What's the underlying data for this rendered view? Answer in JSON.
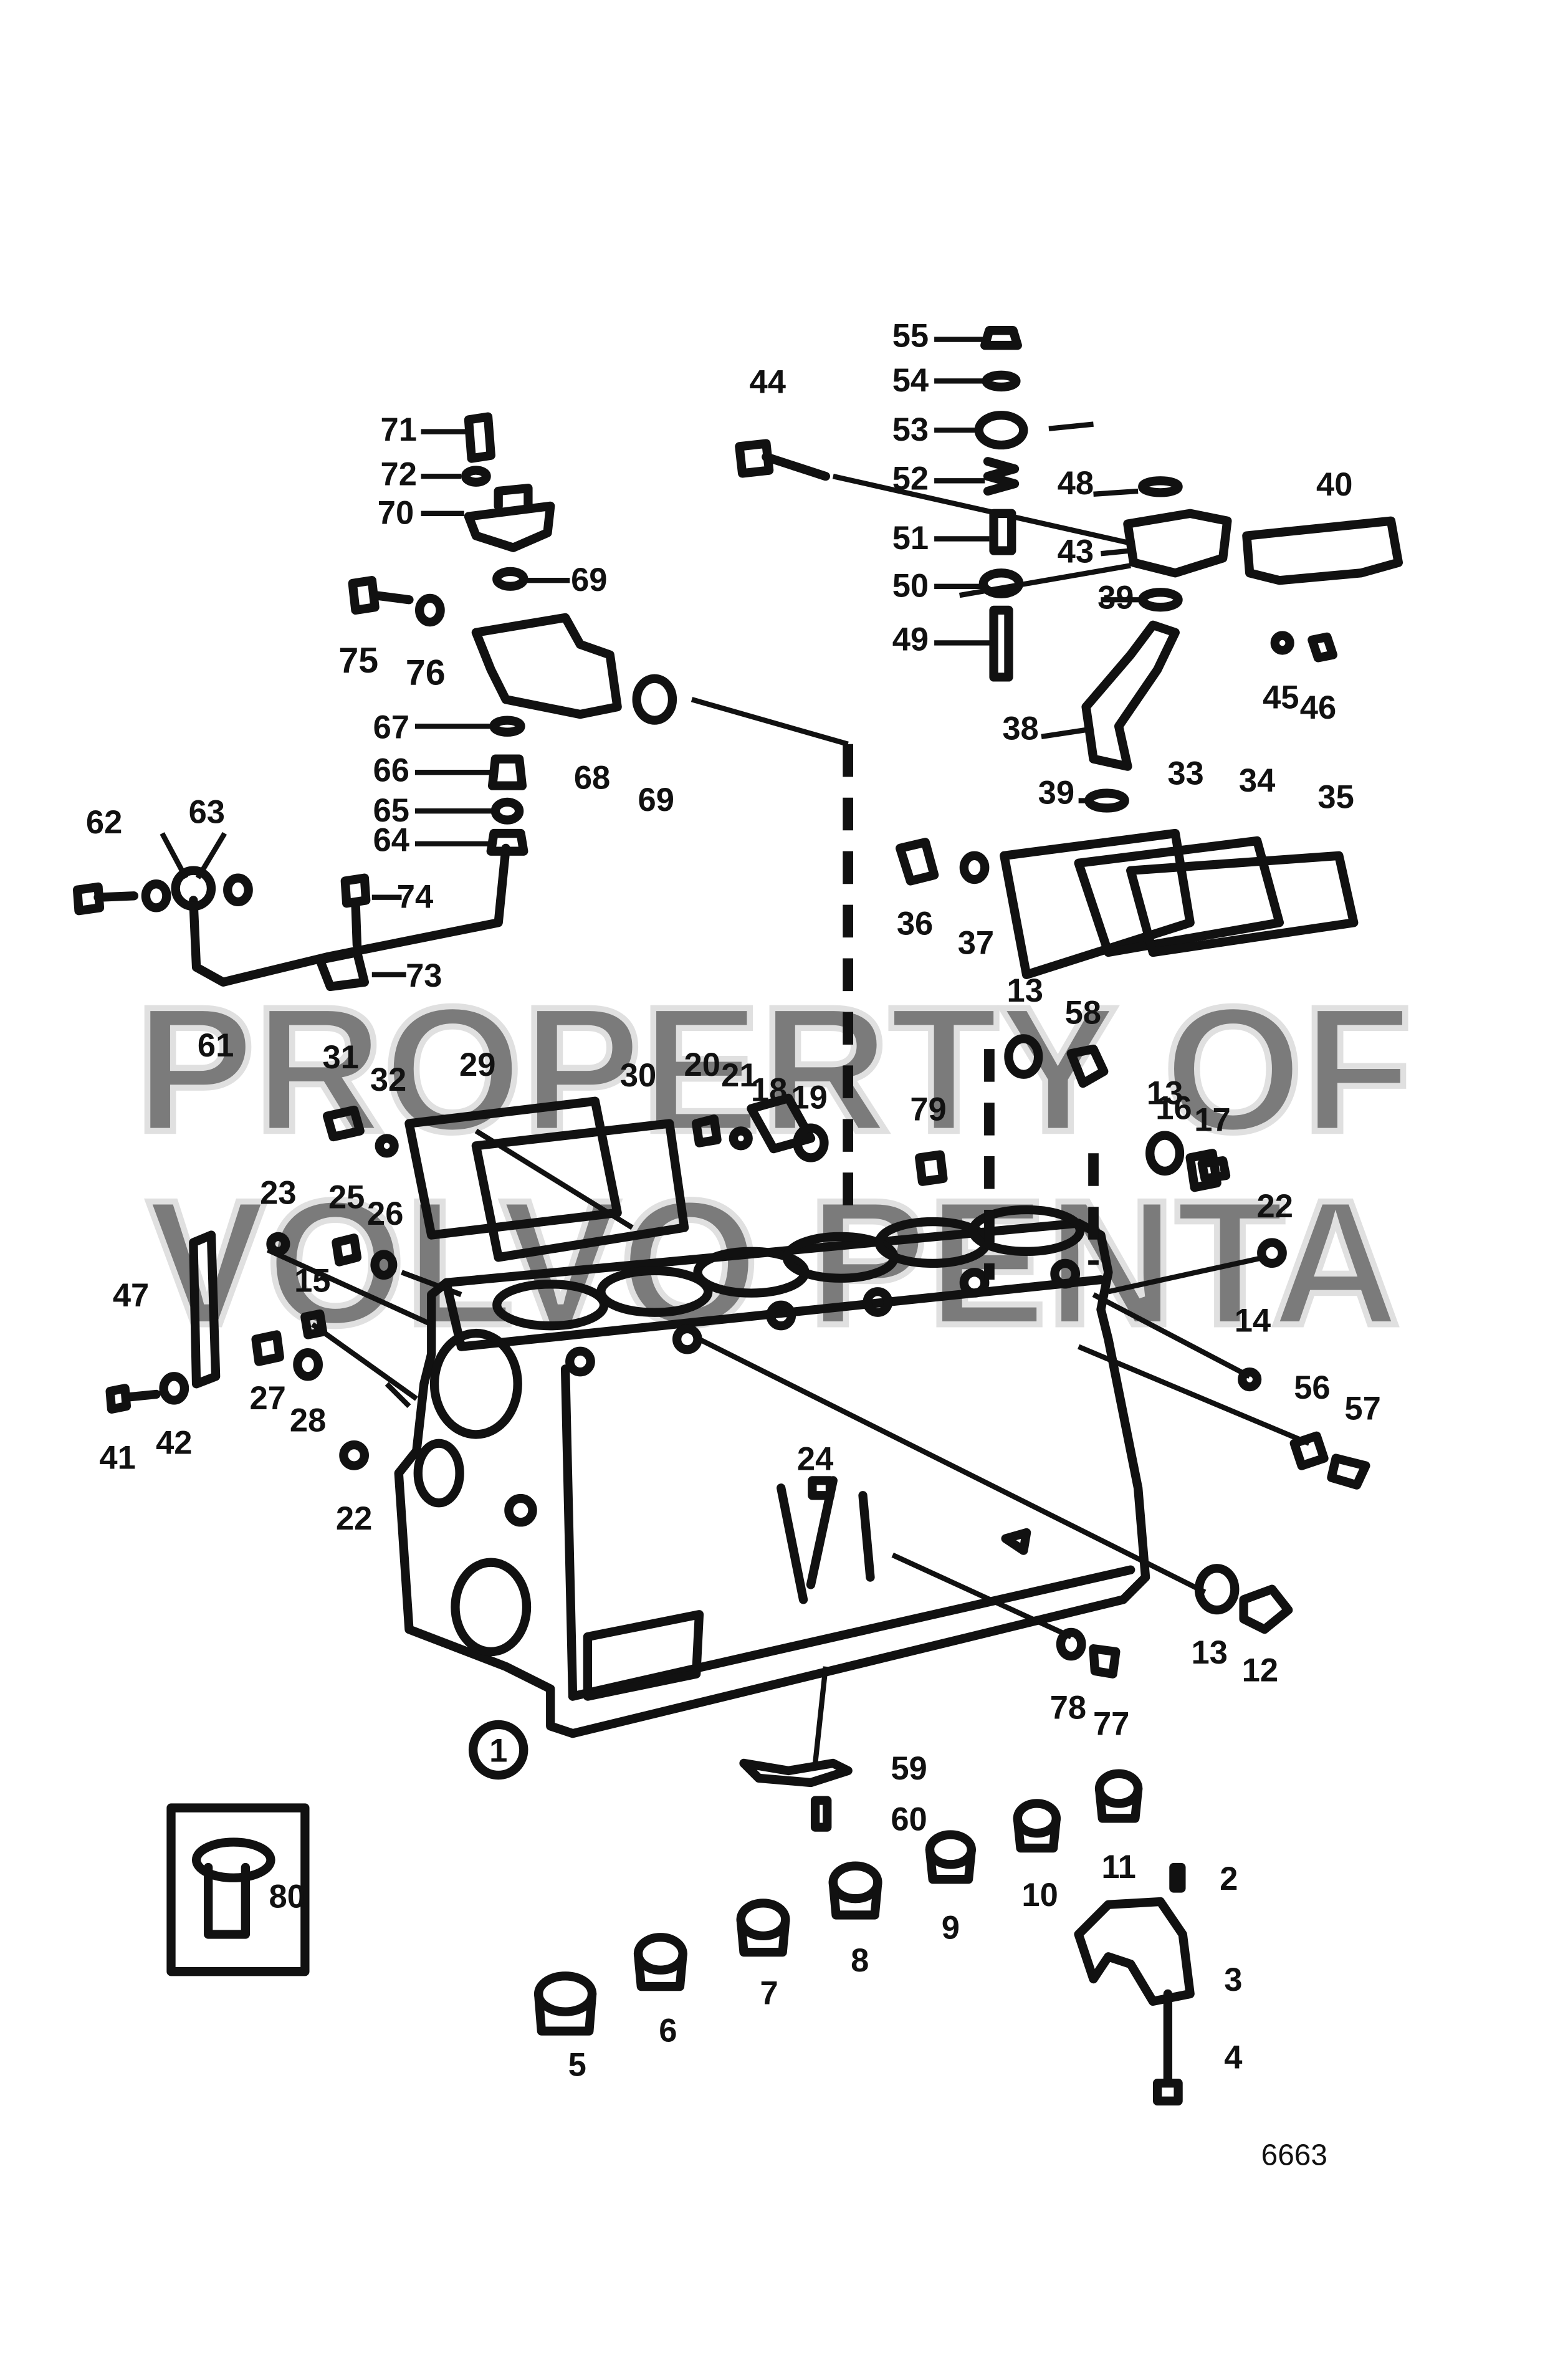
{
  "diagram": {
    "drawing_number": "6663",
    "watermark": [
      "PROPERTY OF",
      "VOLVO PENTA"
    ],
    "callouts": [
      {
        "id": "c1",
        "label": "1",
        "circled": true
      },
      {
        "id": "c2",
        "label": "2"
      },
      {
        "id": "c3",
        "label": "3"
      },
      {
        "id": "c4",
        "label": "4"
      },
      {
        "id": "c5",
        "label": "5"
      },
      {
        "id": "c6",
        "label": "6"
      },
      {
        "id": "c7",
        "label": "7"
      },
      {
        "id": "c8",
        "label": "8"
      },
      {
        "id": "c9",
        "label": "9"
      },
      {
        "id": "c10",
        "label": "10"
      },
      {
        "id": "c11",
        "label": "11"
      },
      {
        "id": "c12",
        "label": "12"
      },
      {
        "id": "c13a",
        "label": "13"
      },
      {
        "id": "c13b",
        "label": "13"
      },
      {
        "id": "c13c",
        "label": "13"
      },
      {
        "id": "c14",
        "label": "14"
      },
      {
        "id": "c15",
        "label": "15"
      },
      {
        "id": "c16",
        "label": "16"
      },
      {
        "id": "c17",
        "label": "17"
      },
      {
        "id": "c18",
        "label": "18"
      },
      {
        "id": "c19",
        "label": "19"
      },
      {
        "id": "c20",
        "label": "20"
      },
      {
        "id": "c21",
        "label": "21"
      },
      {
        "id": "c22a",
        "label": "22"
      },
      {
        "id": "c22b",
        "label": "22"
      },
      {
        "id": "c23",
        "label": "23"
      },
      {
        "id": "c24",
        "label": "24"
      },
      {
        "id": "c25",
        "label": "25"
      },
      {
        "id": "c26",
        "label": "26"
      },
      {
        "id": "c27",
        "label": "27"
      },
      {
        "id": "c28",
        "label": "28"
      },
      {
        "id": "c29",
        "label": "29"
      },
      {
        "id": "c30",
        "label": "30"
      },
      {
        "id": "c31",
        "label": "31"
      },
      {
        "id": "c32",
        "label": "32"
      },
      {
        "id": "c33",
        "label": "33"
      },
      {
        "id": "c34",
        "label": "34"
      },
      {
        "id": "c35",
        "label": "35"
      },
      {
        "id": "c36",
        "label": "36"
      },
      {
        "id": "c37",
        "label": "37"
      },
      {
        "id": "c38",
        "label": "38"
      },
      {
        "id": "c39a",
        "label": "39"
      },
      {
        "id": "c39b",
        "label": "39"
      },
      {
        "id": "c40",
        "label": "40"
      },
      {
        "id": "c41",
        "label": "41"
      },
      {
        "id": "c42",
        "label": "42"
      },
      {
        "id": "c43",
        "label": "43"
      },
      {
        "id": "c44",
        "label": "44"
      },
      {
        "id": "c45",
        "label": "45"
      },
      {
        "id": "c46",
        "label": "46"
      },
      {
        "id": "c47",
        "label": "47"
      },
      {
        "id": "c48",
        "label": "48"
      },
      {
        "id": "c49",
        "label": "49"
      },
      {
        "id": "c50",
        "label": "50"
      },
      {
        "id": "c51",
        "label": "51"
      },
      {
        "id": "c52",
        "label": "52"
      },
      {
        "id": "c53",
        "label": "53"
      },
      {
        "id": "c54",
        "label": "54"
      },
      {
        "id": "c55",
        "label": "55"
      },
      {
        "id": "c56",
        "label": "56"
      },
      {
        "id": "c57",
        "label": "57"
      },
      {
        "id": "c58",
        "label": "58"
      },
      {
        "id": "c59",
        "label": "59"
      },
      {
        "id": "c60",
        "label": "60"
      },
      {
        "id": "c61",
        "label": "61"
      },
      {
        "id": "c62",
        "label": "62"
      },
      {
        "id": "c63",
        "label": "63"
      },
      {
        "id": "c64",
        "label": "64"
      },
      {
        "id": "c65",
        "label": "65"
      },
      {
        "id": "c66",
        "label": "66"
      },
      {
        "id": "c67",
        "label": "67"
      },
      {
        "id": "c68",
        "label": "68"
      },
      {
        "id": "c69a",
        "label": "69"
      },
      {
        "id": "c69b",
        "label": "69"
      },
      {
        "id": "c70",
        "label": "70"
      },
      {
        "id": "c71",
        "label": "71"
      },
      {
        "id": "c72",
        "label": "72"
      },
      {
        "id": "c73",
        "label": "73"
      },
      {
        "id": "c74",
        "label": "74"
      },
      {
        "id": "c75",
        "label": "75"
      },
      {
        "id": "c76",
        "label": "76"
      },
      {
        "id": "c77",
        "label": "77"
      },
      {
        "id": "c78",
        "label": "78"
      },
      {
        "id": "c79",
        "label": "79"
      },
      {
        "id": "c80",
        "label": "80"
      }
    ]
  }
}
